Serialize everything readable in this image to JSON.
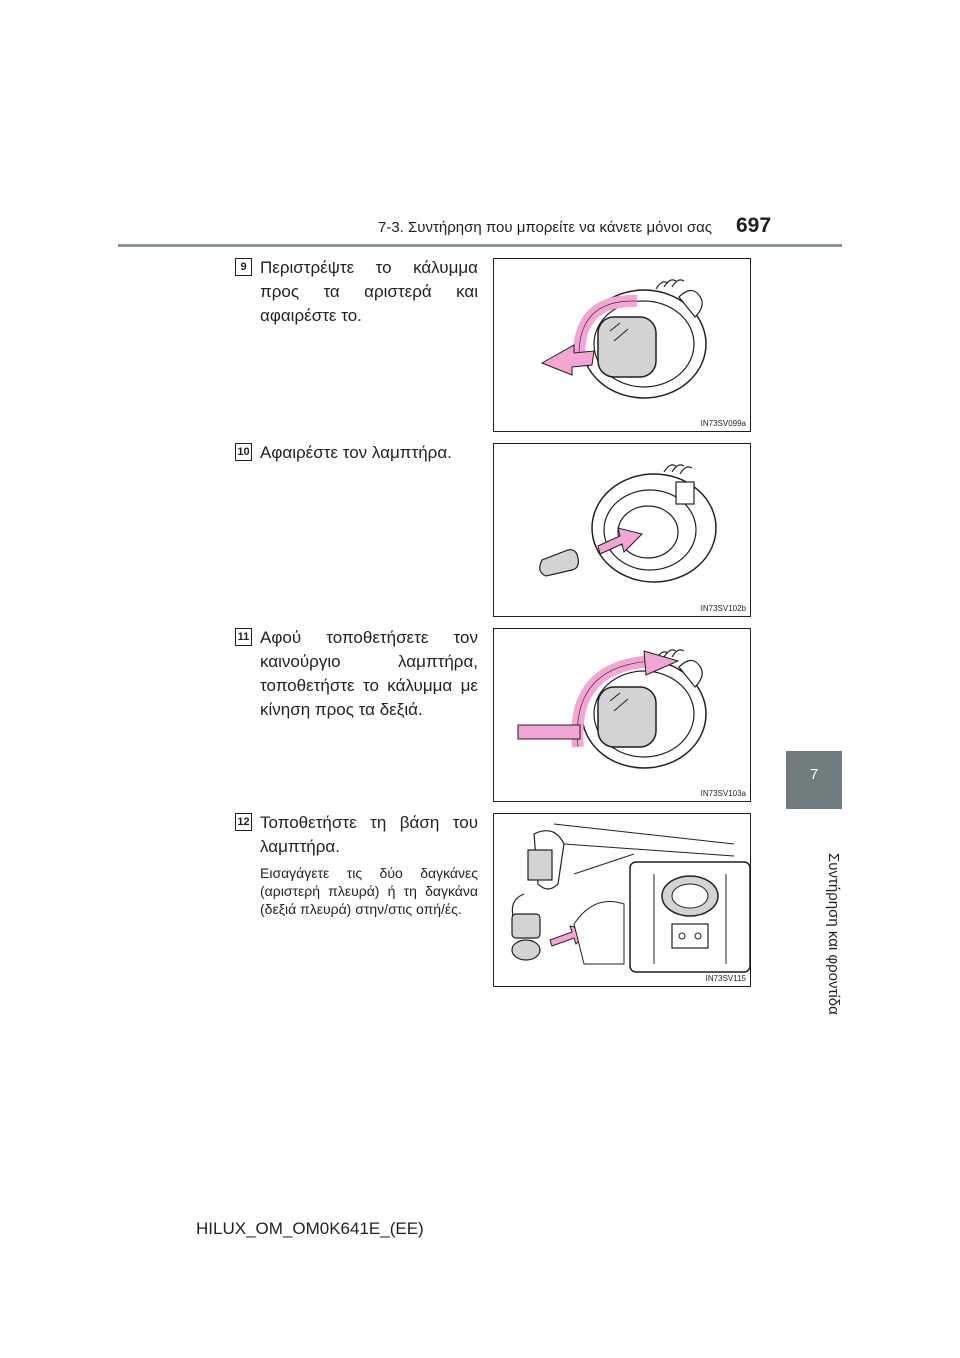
{
  "header": {
    "section_title": "7-3. Συντήρηση που μπορείτε να κάνετε μόνοι σας",
    "page_number": "697"
  },
  "side_tab": {
    "chapter_number": "7",
    "chapter_title": "Συντήρηση και φροντίδα"
  },
  "steps": [
    {
      "number": "9",
      "text": "Περιστρέψτε το κάλυμμα προς τα αριστερά και αφαιρέστε το.",
      "figure_code": "IN73SV099a"
    },
    {
      "number": "10",
      "text": "Αφαιρέστε τον λαμπτήρα.",
      "figure_code": "IN73SV102b"
    },
    {
      "number": "11",
      "text": "Αφού τοποθετήσετε τον καινούργιο λαμπτήρα, τοποθετήστε το κάλυμμα με κίνηση προς τα δεξιά.",
      "figure_code": "IN73SV103a"
    },
    {
      "number": "12",
      "text": "Τοποθετήστε τη βάση του λαμπτήρα.",
      "note": "Εισαγάγετε τις δύο δαγκάνες (αριστερή πλευρά) ή τη δαγκάνα (δεξιά πλευρά) στην/στις οπή/ές.",
      "figure_code": "IN73SV115"
    }
  ],
  "footer": {
    "document_code": "HILUX_OM_OM0K641E_(EE)"
  },
  "colors": {
    "arrow_pink": "#f3a6d4",
    "tab_gray": "#6f7b7c",
    "rule_gray": "#8a9596",
    "text": "#231f20"
  }
}
